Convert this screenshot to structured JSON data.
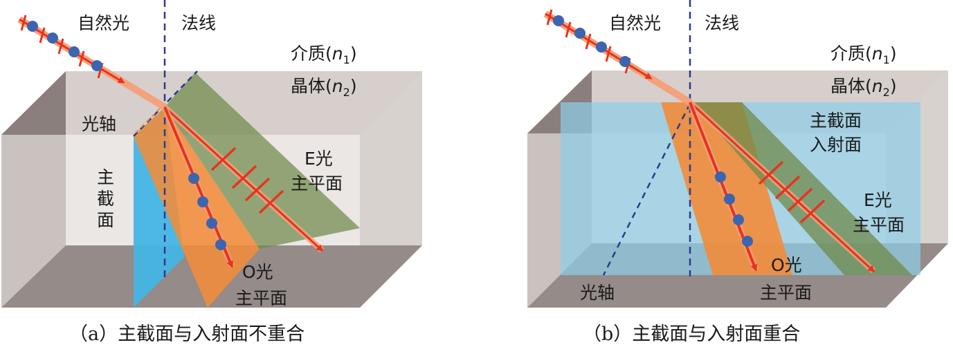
{
  "panel_a": {
    "natural_light": "自然光",
    "normal": "法线",
    "medium": "介质",
    "crystal": "晶体",
    "optic_axis": "光轴",
    "principal_section_chars": [
      "主",
      "截",
      "面"
    ],
    "e_light": "E光",
    "principal_plane": "主平面",
    "o_light": "O光",
    "caption": "（a）主截面与入射面不重合"
  },
  "panel_b": {
    "natural_light": "自然光",
    "normal": "法线",
    "medium": "介质",
    "crystal": "晶体",
    "optic_axis": "光轴",
    "principal_section": "主截面",
    "incidence_plane": "入射面",
    "e_light": "E光",
    "principal_plane": "主平面",
    "o_light": "O光",
    "caption": "（b）主截面与入射面重合"
  },
  "symbols": {
    "n": "n",
    "sub1": "1",
    "sub2": "2",
    "open": "(",
    "close": ")"
  },
  "colors": {
    "crystal_top": "#8a7f7d",
    "crystal_side": "#d8d2cf",
    "crystal_inner": "#ebe7e5",
    "ray": "#e8321e",
    "ray_glow": "#f3a27c",
    "dot": "#3d64b0",
    "normal_line": "#2b3a8c",
    "o_plane": "#f28c3a",
    "e_plane": "#6f8a4a",
    "principal_section_a": "#45b5e4",
    "principal_section_b": "#8fcde6"
  }
}
